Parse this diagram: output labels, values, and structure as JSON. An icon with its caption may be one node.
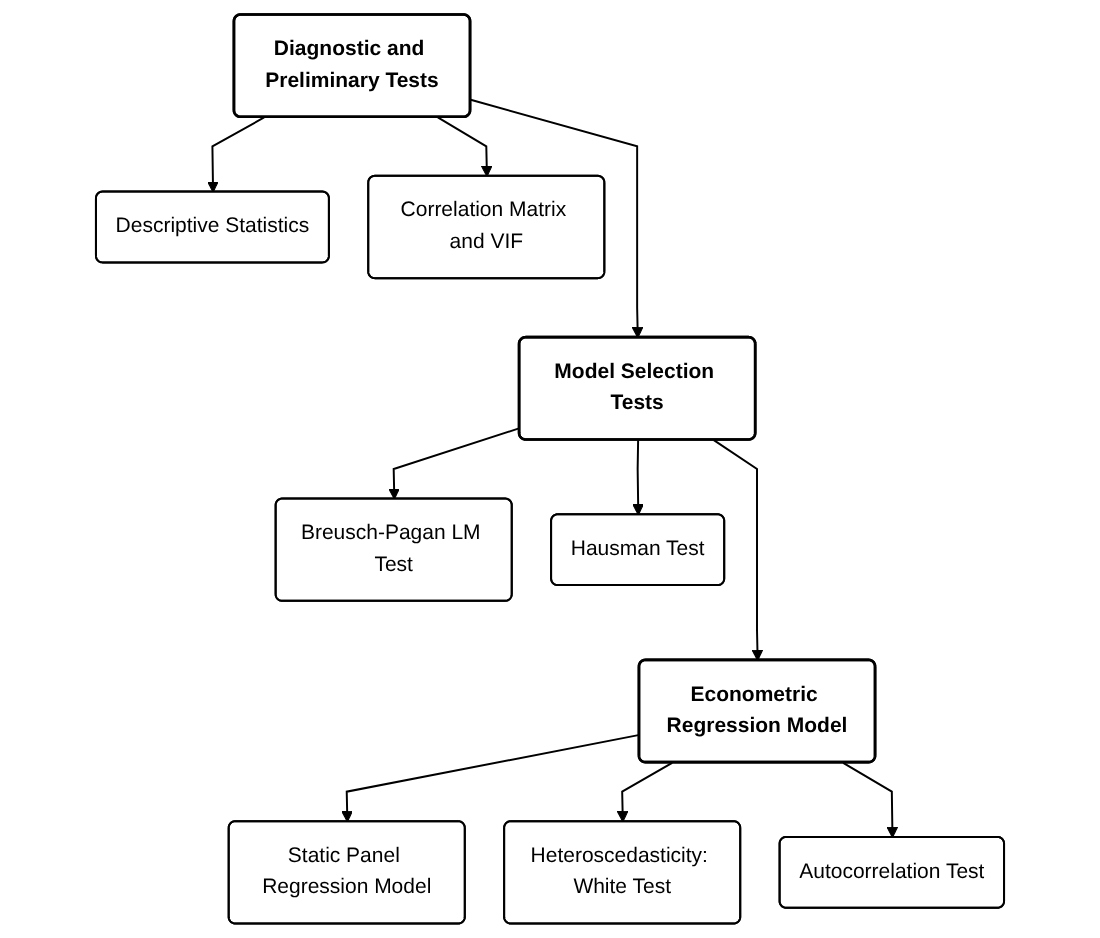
{
  "diagram": {
    "nodes": [
      {
        "text": [
          "Diagnostic and Preliminary Tests"
        ]
      },
      {
        "text": [
          "Descriptive Statistics"
        ]
      },
      {
        "text": [
          "Correlation Matrix and VIF"
        ]
      },
      {
        "text": [
          "Model Selection Tests"
        ]
      },
      {
        "text": [
          "Breusch-Pagan LM Test"
        ]
      },
      {
        "text": [
          "Hausman Test"
        ]
      },
      {
        "text": [
          "Econometric Regression Model"
        ]
      },
      {
        "text": [
          "Static Panel Regression Model"
        ]
      },
      {
        "text": [
          "Heteroscedasticity: White Test"
        ]
      },
      {
        "text": [
          "Autocorrelation Test"
        ]
      }
    ],
    "edges": [
      {
        "from": 0,
        "to": 1,
        "arrow": "to"
      },
      {
        "from": 0,
        "to": 3,
        "arrow": "to"
      },
      {
        "from": 0,
        "to": 2,
        "arrow": "to"
      },
      {
        "from": 3,
        "to": 4,
        "arrow": "to"
      },
      {
        "from": 3,
        "to": 6,
        "arrow": "to"
      },
      {
        "from": 3,
        "to": 5,
        "arrow": "to"
      },
      {
        "from": 6,
        "to": 7,
        "arrow": "to"
      },
      {
        "from": 6,
        "to": 8,
        "arrow": "to"
      },
      {
        "from": 6,
        "to": 9,
        "arrow": "to"
      }
    ]
  }
}
